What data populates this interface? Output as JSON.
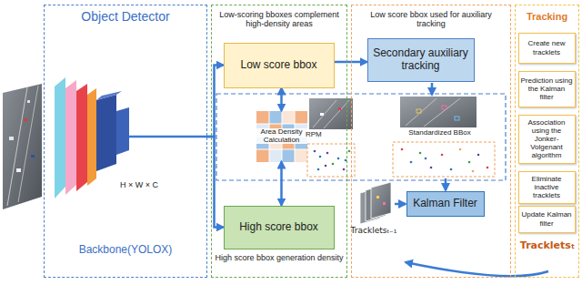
{
  "diagram": {
    "nodes": [
      {
        "text": [
          "Object Detector",
          "Backbone(YOLOX)"
        ]
      },
      {
        "text": [
          "Low-scoring bboxes complement high-density areas"
        ]
      },
      {
        "text": [
          "Low score bbox"
        ],
        "in": 1
      },
      {
        "text": [
          "Area Density Calculation"
        ],
        "in": 1
      },
      {
        "text": [
          "High score bbox"
        ],
        "in": 1
      },
      {
        "text": [
          "Low score bbox used for auxiliary tracking"
        ]
      },
      {
        "text": [
          "Secondary auxiliary tracking"
        ],
        "in": 5
      },
      {
        "text": [
          "Kalman Filter"
        ],
        "in": 5
      },
      {
        "text": [
          "Tracking"
        ]
      },
      {
        "text": [
          "Create new tracklets"
        ],
        "in": 8
      },
      {
        "text": [
          "Prediction using the Kalman filter"
        ],
        "in": 8
      },
      {
        "text": [
          "Association using the Jonker-Volgenant algorithm"
        ],
        "in": 8
      },
      {
        "text": [
          "Eliminate inactive tracklets"
        ],
        "in": 8
      },
      {
        "text": [
          "Update Kalman filter"
        ],
        "in": 8
      }
    ],
    "edges": [
      {
        "from": 0,
        "to": 2,
        "arrow": "to"
      },
      {
        "from": 0,
        "to": 4,
        "arrow": "to"
      },
      {
        "from": 2,
        "to": 3,
        "arrow": "both"
      },
      {
        "from": 4,
        "to": 3,
        "arrow": "both"
      },
      {
        "from": 2,
        "to": 6,
        "arrow": "to"
      }
    ],
    "labels": [
      "H × W × C",
      "RPM",
      "Standardized BBox",
      "High score bbox generation density",
      "Trackletsₜ₋₁",
      "Trackletsₜ"
    ]
  }
}
